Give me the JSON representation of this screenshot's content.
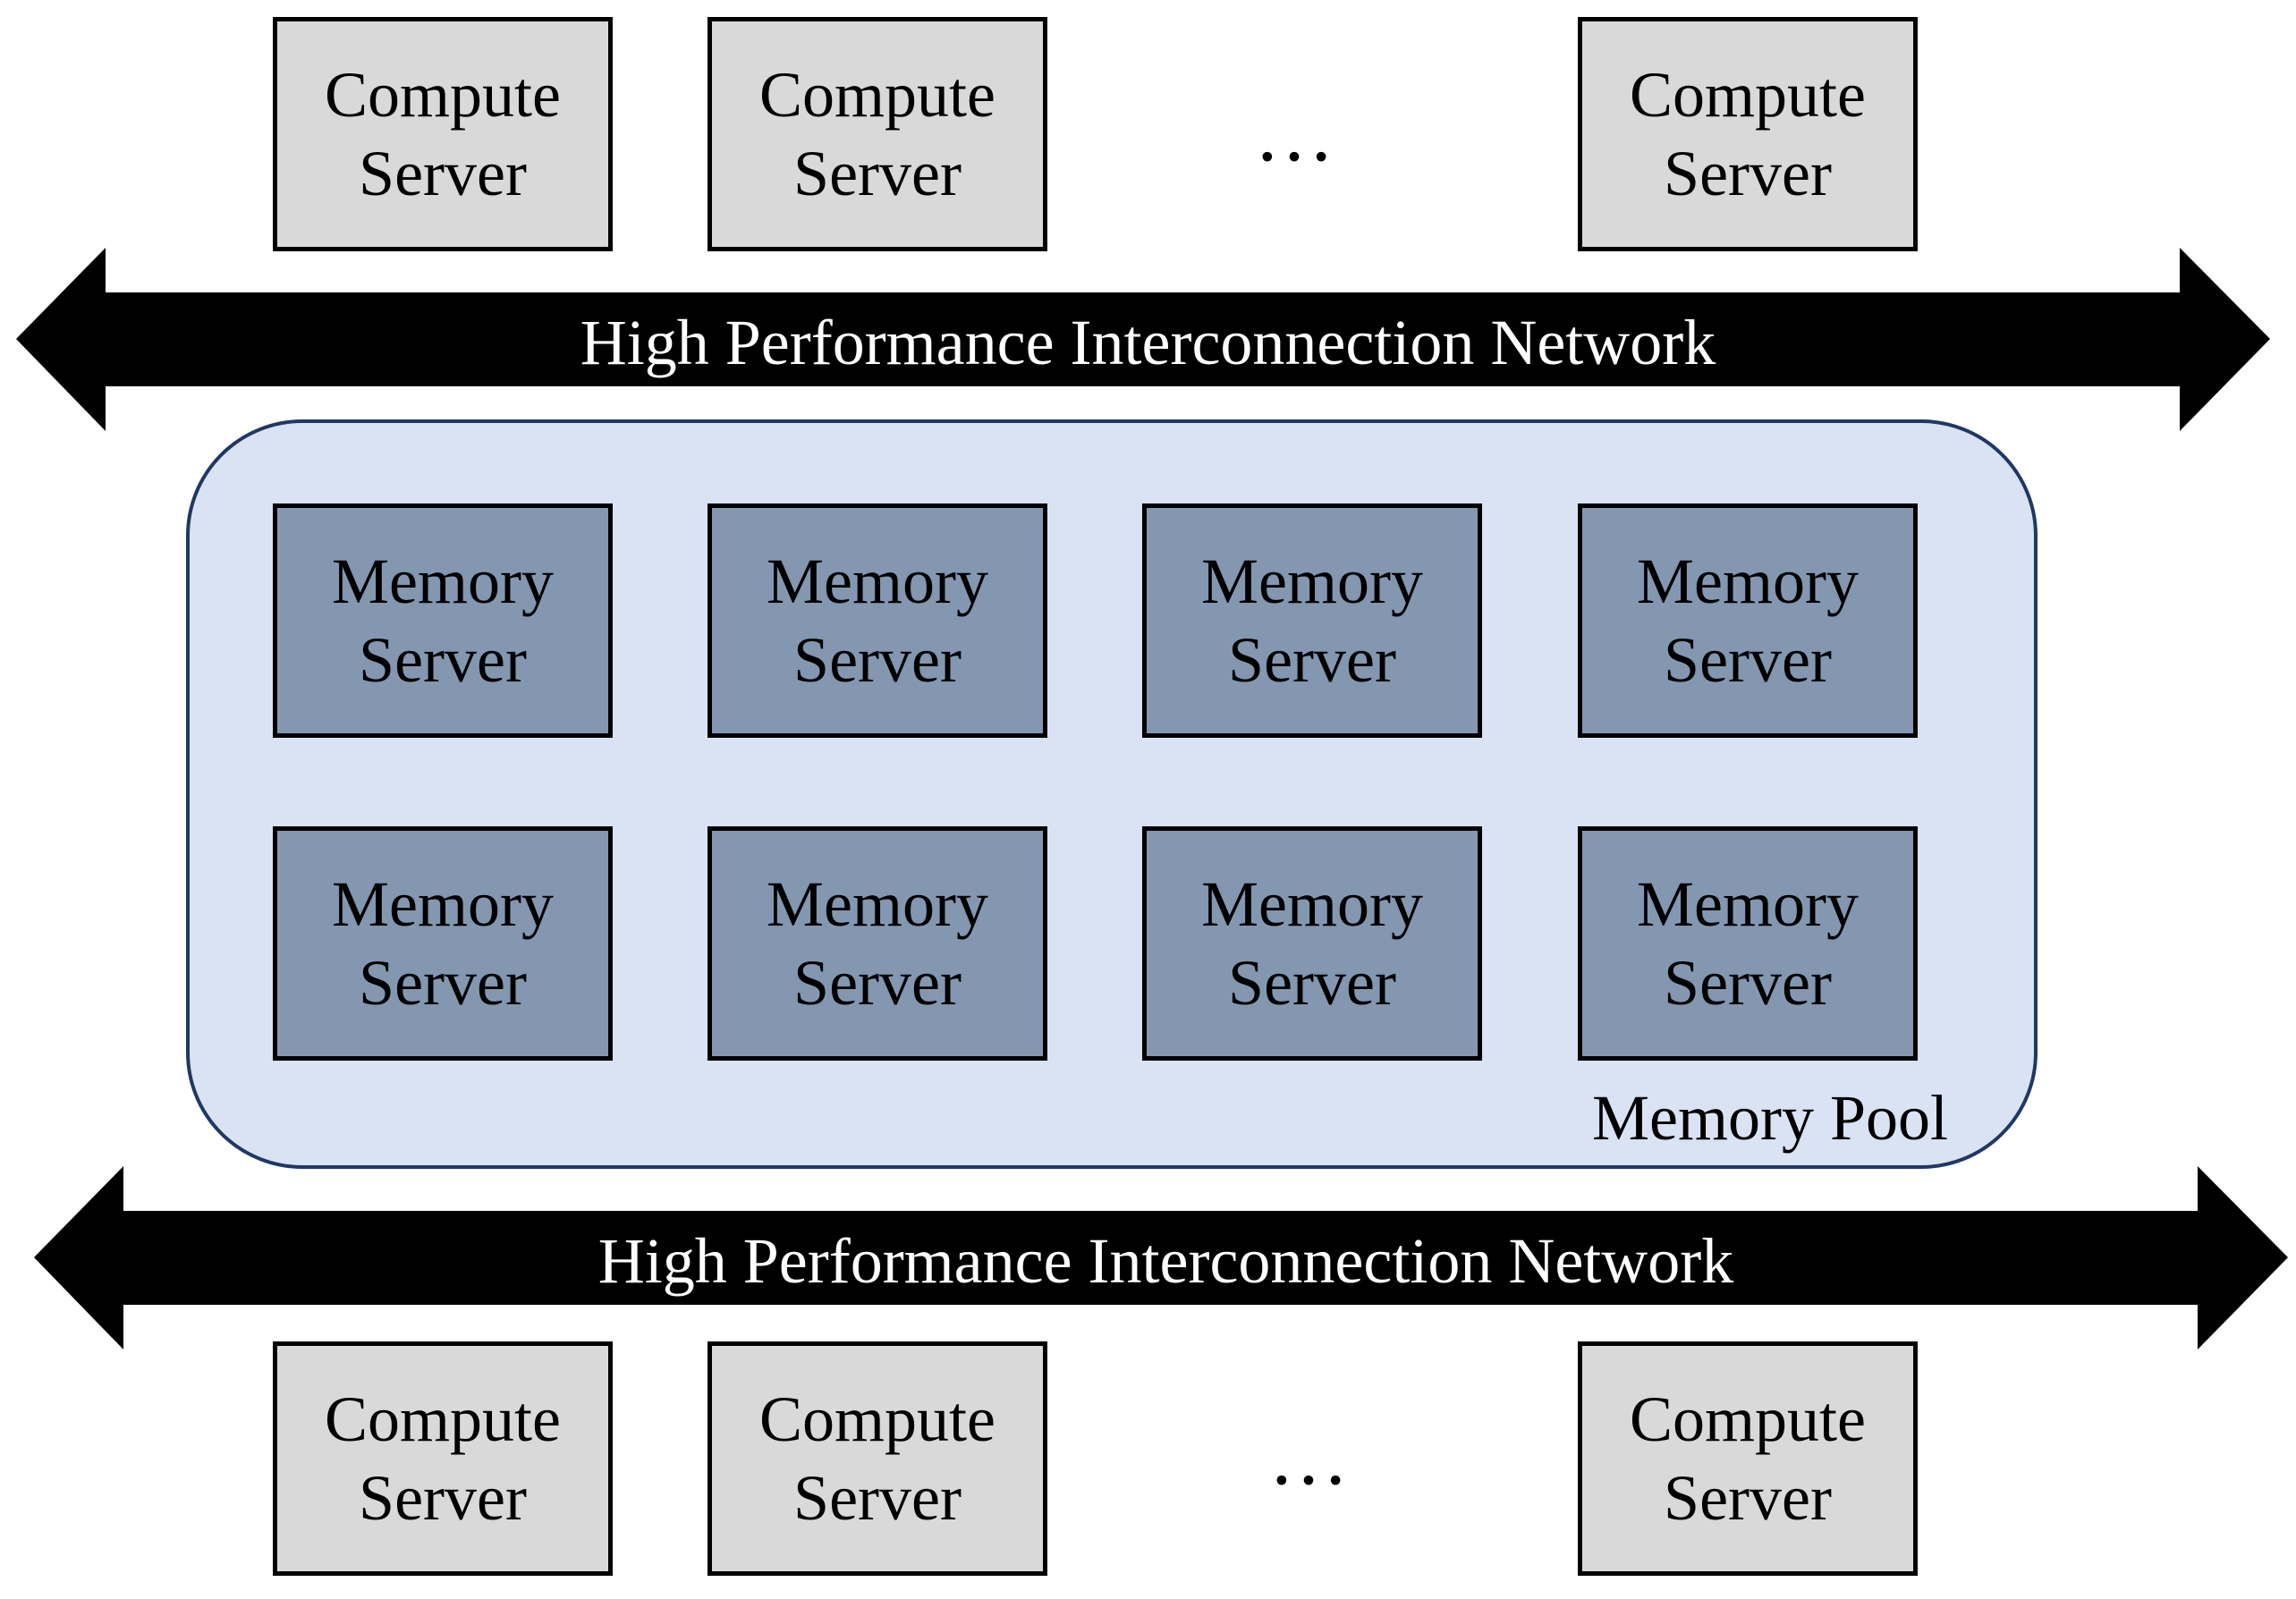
{
  "compute_label": [
    "Compute",
    "Server"
  ],
  "memory_label": [
    "Memory",
    "Server"
  ],
  "ellipsis": "…",
  "network_label": "High Performance Interconnection Network",
  "pool_label": "Memory Pool",
  "colors": {
    "compute_fill": "#d9d9d9",
    "memory_fill": "#8497b0",
    "pool_fill": "#dae3f3",
    "pool_border": "#1f3864",
    "arrow": "#000000"
  }
}
